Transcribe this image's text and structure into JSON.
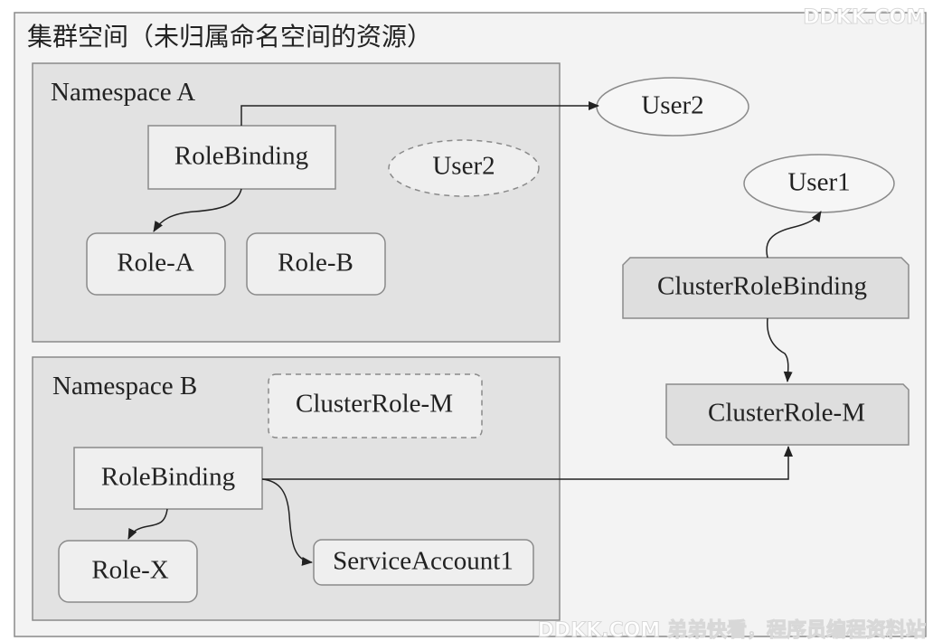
{
  "cluster": {
    "title": "集群空间（未归属命名空间的资源）"
  },
  "namespace_a": {
    "title": "Namespace A",
    "role_binding": "RoleBinding",
    "user2_ghost": "User2",
    "role_a": "Role-A",
    "role_b": "Role-B"
  },
  "namespace_b": {
    "title": "Namespace B",
    "cluster_role_ghost": "ClusterRole-M",
    "role_binding": "RoleBinding",
    "role_x": "Role-X",
    "service_account": "ServiceAccount1"
  },
  "cluster_scope": {
    "user2": "User2",
    "user1": "User1",
    "cluster_role_binding": "ClusterRoleBinding",
    "cluster_role": "ClusterRole-M"
  },
  "watermarks": {
    "top": "DDKK.COM",
    "bottom": "DDKK.COM 弟弟快看，程序员编程资料站"
  },
  "colors": {
    "cluster_fill": "#f3f3f3",
    "namespace_fill": "#e2e2e2",
    "box_fill": "#efefef",
    "cluster_box_fill": "#dedede",
    "stroke": "#8a8a8a",
    "arrow": "#222222"
  }
}
